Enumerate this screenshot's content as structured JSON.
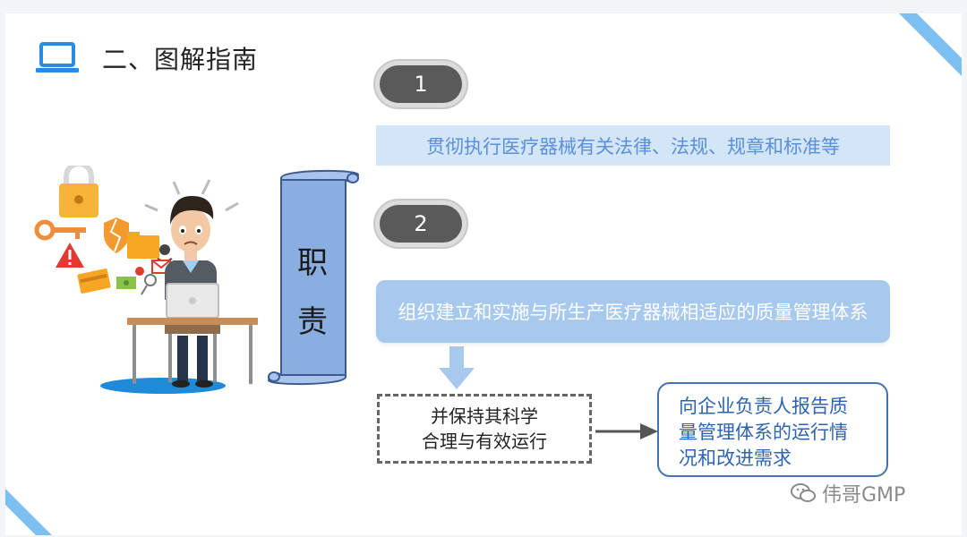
{
  "heading": {
    "text": "二、图解指南",
    "icon": "laptop-icon"
  },
  "steps": [
    {
      "number": "1",
      "text": "贯彻执行医疗器械有关法律、法规、规章和标准等"
    },
    {
      "number": "2",
      "text": "组织建立和实施与所生产医疗器械相适应的质量管理体系"
    }
  ],
  "scroll": {
    "line1": "职",
    "line2": "责"
  },
  "flow": {
    "dashed_line1": "并保持其科学",
    "dashed_line2": "合理与有效运行",
    "report_line1": "向企业负责人报告质",
    "report_line2": "量管理体系的运行情",
    "report_line3": "况和改进需求"
  },
  "watermark": {
    "text": "伟哥GMP",
    "icon": "wechat-icon"
  },
  "colors": {
    "accent_blue": "#5b8fd9",
    "light_blue_bar": "#d3e6f8",
    "mid_blue_bar": "#a7c9ee",
    "scroll_blue": "#8aaee0",
    "pill_gray": "#5a5a5a",
    "report_border": "#4672b3"
  }
}
